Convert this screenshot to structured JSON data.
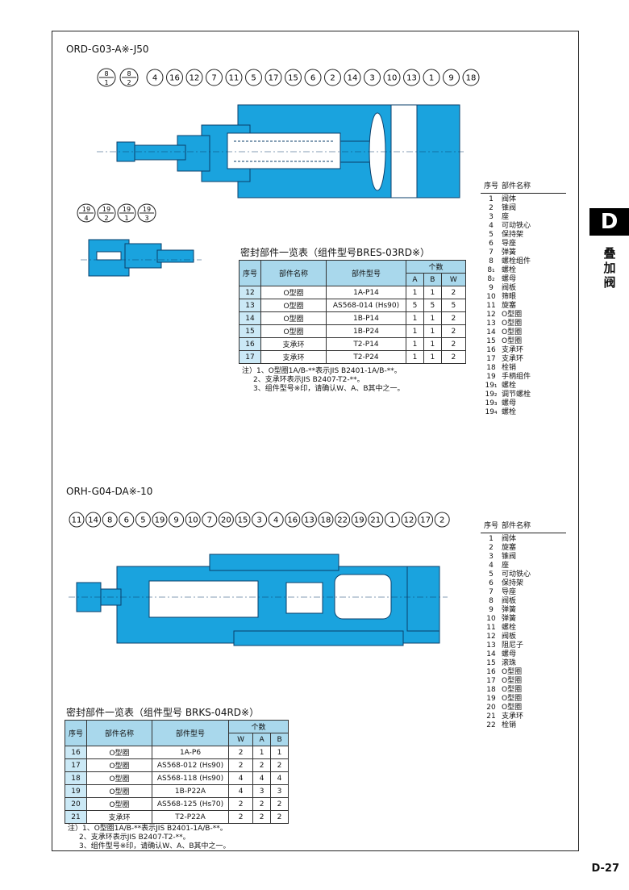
{
  "side_tab": {
    "letter": "D",
    "text": "叠加阀"
  },
  "page_number": "D-27",
  "top": {
    "model": "ORD-G03-A※-J50",
    "balloons": [
      "4",
      "16",
      "12",
      "7",
      "11",
      "5",
      "17",
      "15",
      "6",
      "2",
      "14",
      "3",
      "10",
      "13",
      "1",
      "9",
      "18"
    ],
    "fraction_balloons": [
      {
        "top": "8",
        "bottom": "1"
      },
      {
        "top": "8",
        "bottom": "2"
      }
    ],
    "detail_balloons": [
      {
        "top": "19",
        "bottom": "4"
      },
      {
        "top": "19",
        "bottom": "2"
      },
      {
        "top": "19",
        "bottom": "1"
      },
      {
        "top": "19",
        "bottom": "3"
      }
    ],
    "parts_header": {
      "no": "序号",
      "name": "部件名称"
    },
    "parts": [
      {
        "no": "1",
        "name": "阀体"
      },
      {
        "no": "2",
        "name": "锥阀"
      },
      {
        "no": "3",
        "name": "座"
      },
      {
        "no": "4",
        "name": "可动铁心"
      },
      {
        "no": "5",
        "name": "保持架"
      },
      {
        "no": "6",
        "name": "导座"
      },
      {
        "no": "7",
        "name": "弹簧"
      },
      {
        "no": "8",
        "name": "螺栓组件"
      },
      {
        "no": "8₁",
        "name": "螺栓"
      },
      {
        "no": "8₂",
        "name": "螺母"
      },
      {
        "no": "9",
        "name": "阀板"
      },
      {
        "no": "10",
        "name": "筛眼"
      },
      {
        "no": "11",
        "name": "旋塞"
      },
      {
        "no": "12",
        "name": "O型圈"
      },
      {
        "no": "13",
        "name": "O型圈"
      },
      {
        "no": "14",
        "name": "O型圈"
      },
      {
        "no": "15",
        "name": "O型圈"
      },
      {
        "no": "16",
        "name": "支承环"
      },
      {
        "no": "17",
        "name": "支承环"
      },
      {
        "no": "18",
        "name": "栓销"
      },
      {
        "no": "19",
        "name": "手柄组件"
      },
      {
        "no": "19₁",
        "name": "螺栓"
      },
      {
        "no": "19₂",
        "name": "调节螺栓"
      },
      {
        "no": "19₃",
        "name": "螺母"
      },
      {
        "no": "19₄",
        "name": "螺栓"
      }
    ],
    "seal_title": "密封部件一览表（组件型号BRES-03RD※）",
    "seal_headers": {
      "no": "序号",
      "name": "部件名称",
      "model": "部件型号",
      "qty": "个数",
      "cols": [
        "A",
        "B",
        "W"
      ]
    },
    "seal_rows": [
      {
        "no": "12",
        "name": "O型圈",
        "model": "1A-P14",
        "q": [
          "1",
          "1",
          "2"
        ]
      },
      {
        "no": "13",
        "name": "O型圈",
        "model": "AS568-014 (Hs90)",
        "q": [
          "5",
          "5",
          "5"
        ]
      },
      {
        "no": "14",
        "name": "O型圈",
        "model": "1B-P14",
        "q": [
          "1",
          "1",
          "2"
        ]
      },
      {
        "no": "15",
        "name": "O型圈",
        "model": "1B-P24",
        "q": [
          "1",
          "1",
          "2"
        ]
      },
      {
        "no": "16",
        "name": "支承环",
        "model": "T2-P14",
        "q": [
          "1",
          "1",
          "2"
        ]
      },
      {
        "no": "17",
        "name": "支承环",
        "model": "T2-P24",
        "q": [
          "1",
          "1",
          "2"
        ]
      }
    ],
    "notes": [
      "注）1、O型圈1A/B-**表示JIS B2401-1A/B-**。",
      "2、支承环表示JIS B2407-T2-**。",
      "3、组件型号※印，请确认W、A、B其中之一。"
    ]
  },
  "bottom": {
    "model": "ORH-G04-DA※-10",
    "balloons": [
      "11",
      "14",
      "8",
      "6",
      "5",
      "19",
      "9",
      "10",
      "7",
      "20",
      "15",
      "3",
      "4",
      "16",
      "13",
      "18",
      "22",
      "19",
      "21",
      "1",
      "12",
      "17",
      "2"
    ],
    "parts_header": {
      "no": "序号",
      "name": "部件名称"
    },
    "parts": [
      {
        "no": "1",
        "name": "阀体"
      },
      {
        "no": "2",
        "name": "旋塞"
      },
      {
        "no": "3",
        "name": "锥阀"
      },
      {
        "no": "4",
        "name": "座"
      },
      {
        "no": "5",
        "name": "可动铁心"
      },
      {
        "no": "6",
        "name": "保持架"
      },
      {
        "no": "7",
        "name": "导座"
      },
      {
        "no": "8",
        "name": "阀板"
      },
      {
        "no": "9",
        "name": "弹簧"
      },
      {
        "no": "10",
        "name": "弹簧"
      },
      {
        "no": "11",
        "name": "螺栓"
      },
      {
        "no": "12",
        "name": "阀板"
      },
      {
        "no": "13",
        "name": "阻尼子"
      },
      {
        "no": "14",
        "name": "螺母"
      },
      {
        "no": "15",
        "name": "滚珠"
      },
      {
        "no": "16",
        "name": "O型圈"
      },
      {
        "no": "17",
        "name": "O型圈"
      },
      {
        "no": "18",
        "name": "O型圈"
      },
      {
        "no": "19",
        "name": "O型圈"
      },
      {
        "no": "20",
        "name": "O型圈"
      },
      {
        "no": "21",
        "name": "支承环"
      },
      {
        "no": "22",
        "name": "栓销"
      }
    ],
    "seal_title": "密封部件一览表（组件型号 BRKS-04RD※）",
    "seal_headers": {
      "no": "序号",
      "name": "部件名称",
      "model": "部件型号",
      "qty": "个数",
      "cols": [
        "W",
        "A",
        "B"
      ]
    },
    "seal_rows": [
      {
        "no": "16",
        "name": "O型圈",
        "model": "1A-P6",
        "q": [
          "2",
          "1",
          "1"
        ]
      },
      {
        "no": "17",
        "name": "O型圈",
        "model": "AS568-012 (Hs90)",
        "q": [
          "2",
          "2",
          "2"
        ]
      },
      {
        "no": "18",
        "name": "O型圈",
        "model": "AS568-118 (Hs90)",
        "q": [
          "4",
          "4",
          "4"
        ]
      },
      {
        "no": "19",
        "name": "O型圈",
        "model": "1B-P22A",
        "q": [
          "4",
          "3",
          "3"
        ]
      },
      {
        "no": "20",
        "name": "O型圈",
        "model": "AS568-125 (Hs70)",
        "q": [
          "2",
          "2",
          "2"
        ]
      },
      {
        "no": "21",
        "name": "支承环",
        "model": "T2-P22A",
        "q": [
          "2",
          "2",
          "2"
        ]
      }
    ],
    "notes": [
      "注）1、O型圈1A/B-**表示JIS B2401-1A/B-**。",
      "2、支承环表示JIS B2407-T2-**。",
      "3、组件型号※印，请确认W、A、B其中之一。"
    ]
  },
  "colors": {
    "body": "#1aa3de",
    "outline": "#0b3f6b",
    "tableHeader": "#a9d8ec",
    "tableCell": "#cbe9f6"
  }
}
